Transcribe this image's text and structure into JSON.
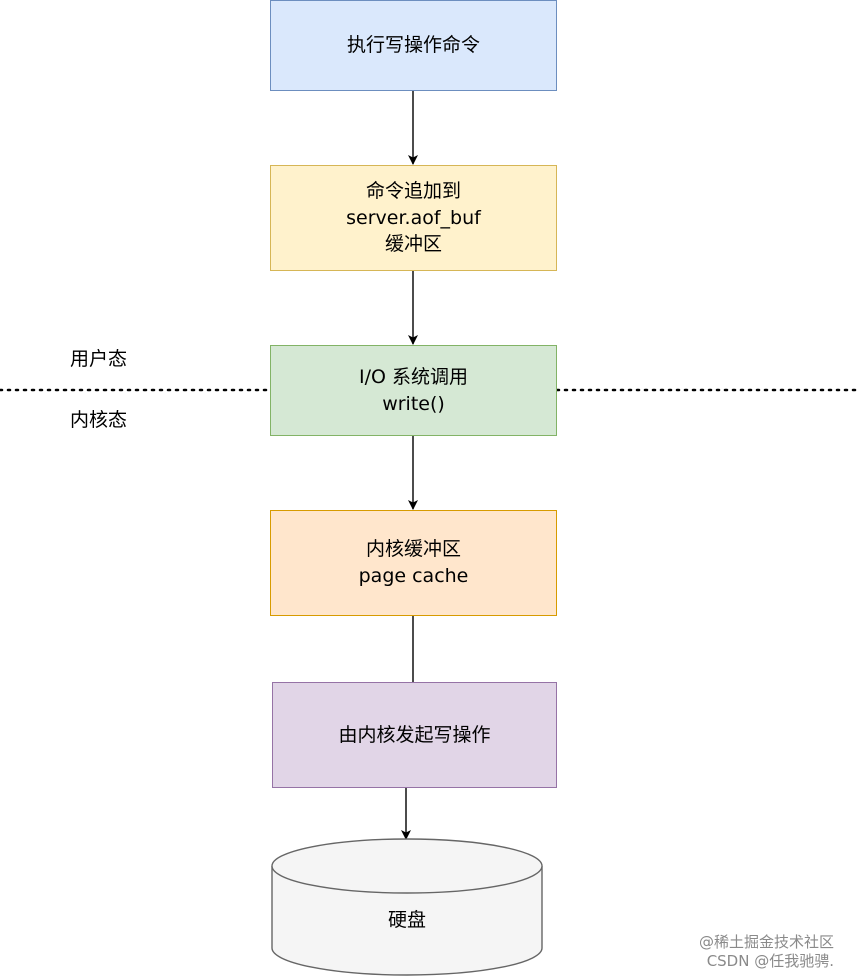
{
  "zones": {
    "user_space": "用户态",
    "kernel_space": "内核态"
  },
  "steps": [
    {
      "lines": [
        "执行写操作命令"
      ],
      "fill": "#dae8fc",
      "stroke": "#6c8ebf"
    },
    {
      "lines": [
        "命令追加到",
        "server.aof_buf",
        "缓冲区"
      ],
      "fill": "#fff2cc",
      "stroke": "#d6b656"
    },
    {
      "lines": [
        "I/O 系统调用",
        "write()"
      ],
      "fill": "#d5e8d4",
      "stroke": "#82b366"
    },
    {
      "lines": [
        "内核缓冲区",
        "page cache"
      ],
      "fill": "#ffe6cc",
      "stroke": "#d79b00"
    },
    {
      "lines": [
        "由内核发起写操作"
      ],
      "fill": "#e1d5e7",
      "stroke": "#9673a6"
    }
  ],
  "storage": {
    "label": "硬盘",
    "fill": "#f5f5f5",
    "stroke": "#666666"
  },
  "watermark": {
    "line1": "@稀土掘金技术社区",
    "line2": "CSDN @任我驰骋."
  }
}
